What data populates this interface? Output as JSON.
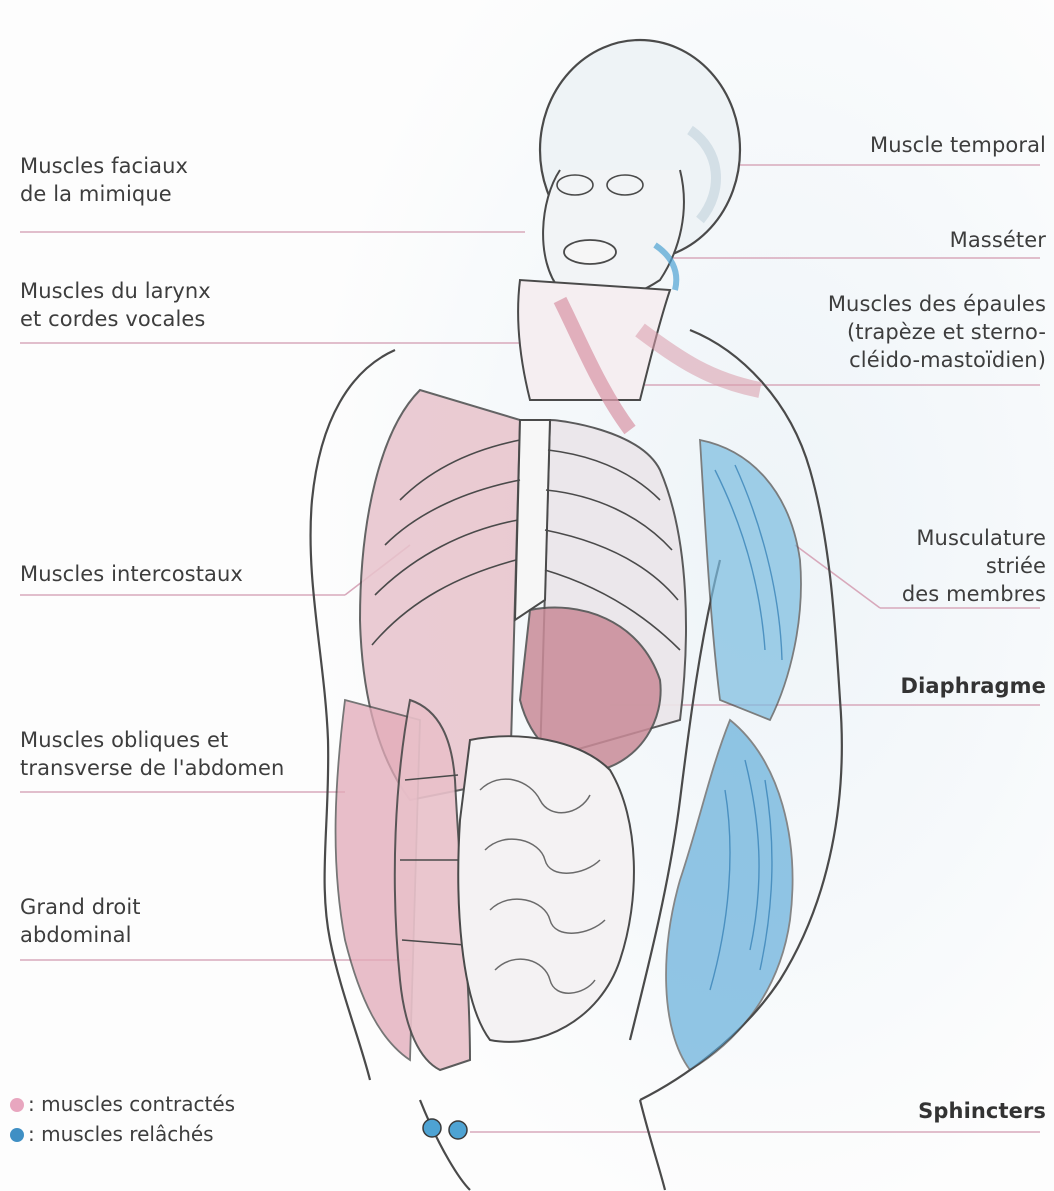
{
  "labels_left": [
    {
      "id": "facial",
      "lines": [
        "Muscles faciaux",
        "de la mimique"
      ]
    },
    {
      "id": "larynx",
      "lines": [
        "Muscles du larynx",
        "et cordes vocales"
      ]
    },
    {
      "id": "intercostal",
      "lines": [
        "Muscles intercostaux"
      ]
    },
    {
      "id": "obliques",
      "lines": [
        "Muscles obliques et",
        "transverse de l'abdomen"
      ]
    },
    {
      "id": "grand-droit",
      "lines": [
        "Grand droit",
        "abdominal"
      ]
    }
  ],
  "labels_right": [
    {
      "id": "temporal",
      "lines": [
        "Muscle temporal"
      ]
    },
    {
      "id": "masseter",
      "lines": [
        "Masséter"
      ]
    },
    {
      "id": "epaules",
      "lines": [
        "Muscles des épaules",
        "(trapèze et sterno-",
        "cléido-mastoïdien)"
      ]
    },
    {
      "id": "striee",
      "lines": [
        "Musculature",
        "striée",
        "des membres"
      ]
    },
    {
      "id": "diaphragme",
      "lines": [
        "Diaphragme"
      ]
    },
    {
      "id": "sphincters",
      "lines": [
        "Sphincters"
      ]
    }
  ],
  "legend": [
    {
      "text": ": muscles contractés",
      "color": "#e8a6bf"
    },
    {
      "text": ": muscles relâchés",
      "color": "#3f8fc4"
    }
  ],
  "colors": {
    "contracted": "#d99aaa",
    "relaxed": "#4ea3d3",
    "leader": "#d8a9bb",
    "outline": "#4a4a4a"
  }
}
